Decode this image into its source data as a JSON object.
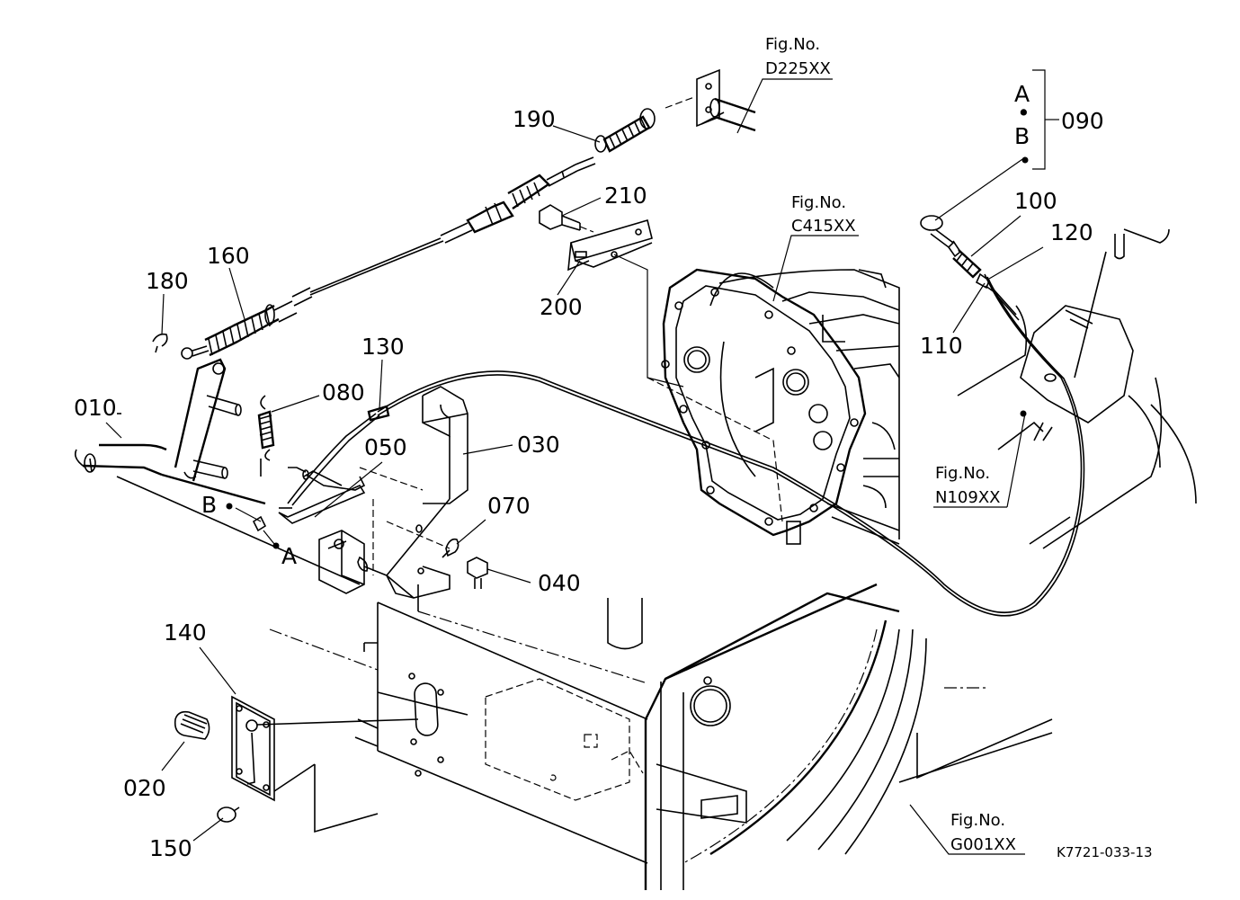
{
  "drawing_code": "K7721-033-13",
  "callouts": {
    "p010": "010",
    "p020": "020",
    "p030": "030",
    "p040": "040",
    "p050": "050",
    "p070": "070",
    "p080": "080",
    "p090": "090",
    "p100": "100",
    "p110": "110",
    "p120": "120",
    "p130": "130",
    "p140": "140",
    "p150": "150",
    "p160": "160",
    "p180": "180",
    "p190": "190",
    "p200": "200",
    "p210": "210"
  },
  "markers": {
    "a": "A",
    "b": "B",
    "ab_separator": "•"
  },
  "figure_refs": {
    "d225": {
      "label": "Fig.No.",
      "code": "D225XX"
    },
    "c415": {
      "label": "Fig.No.",
      "code": "C415XX"
    },
    "n109": {
      "label": "Fig.No.",
      "code": "N109XX"
    },
    "g001": {
      "label": "Fig.No.",
      "code": "G001XX"
    }
  }
}
